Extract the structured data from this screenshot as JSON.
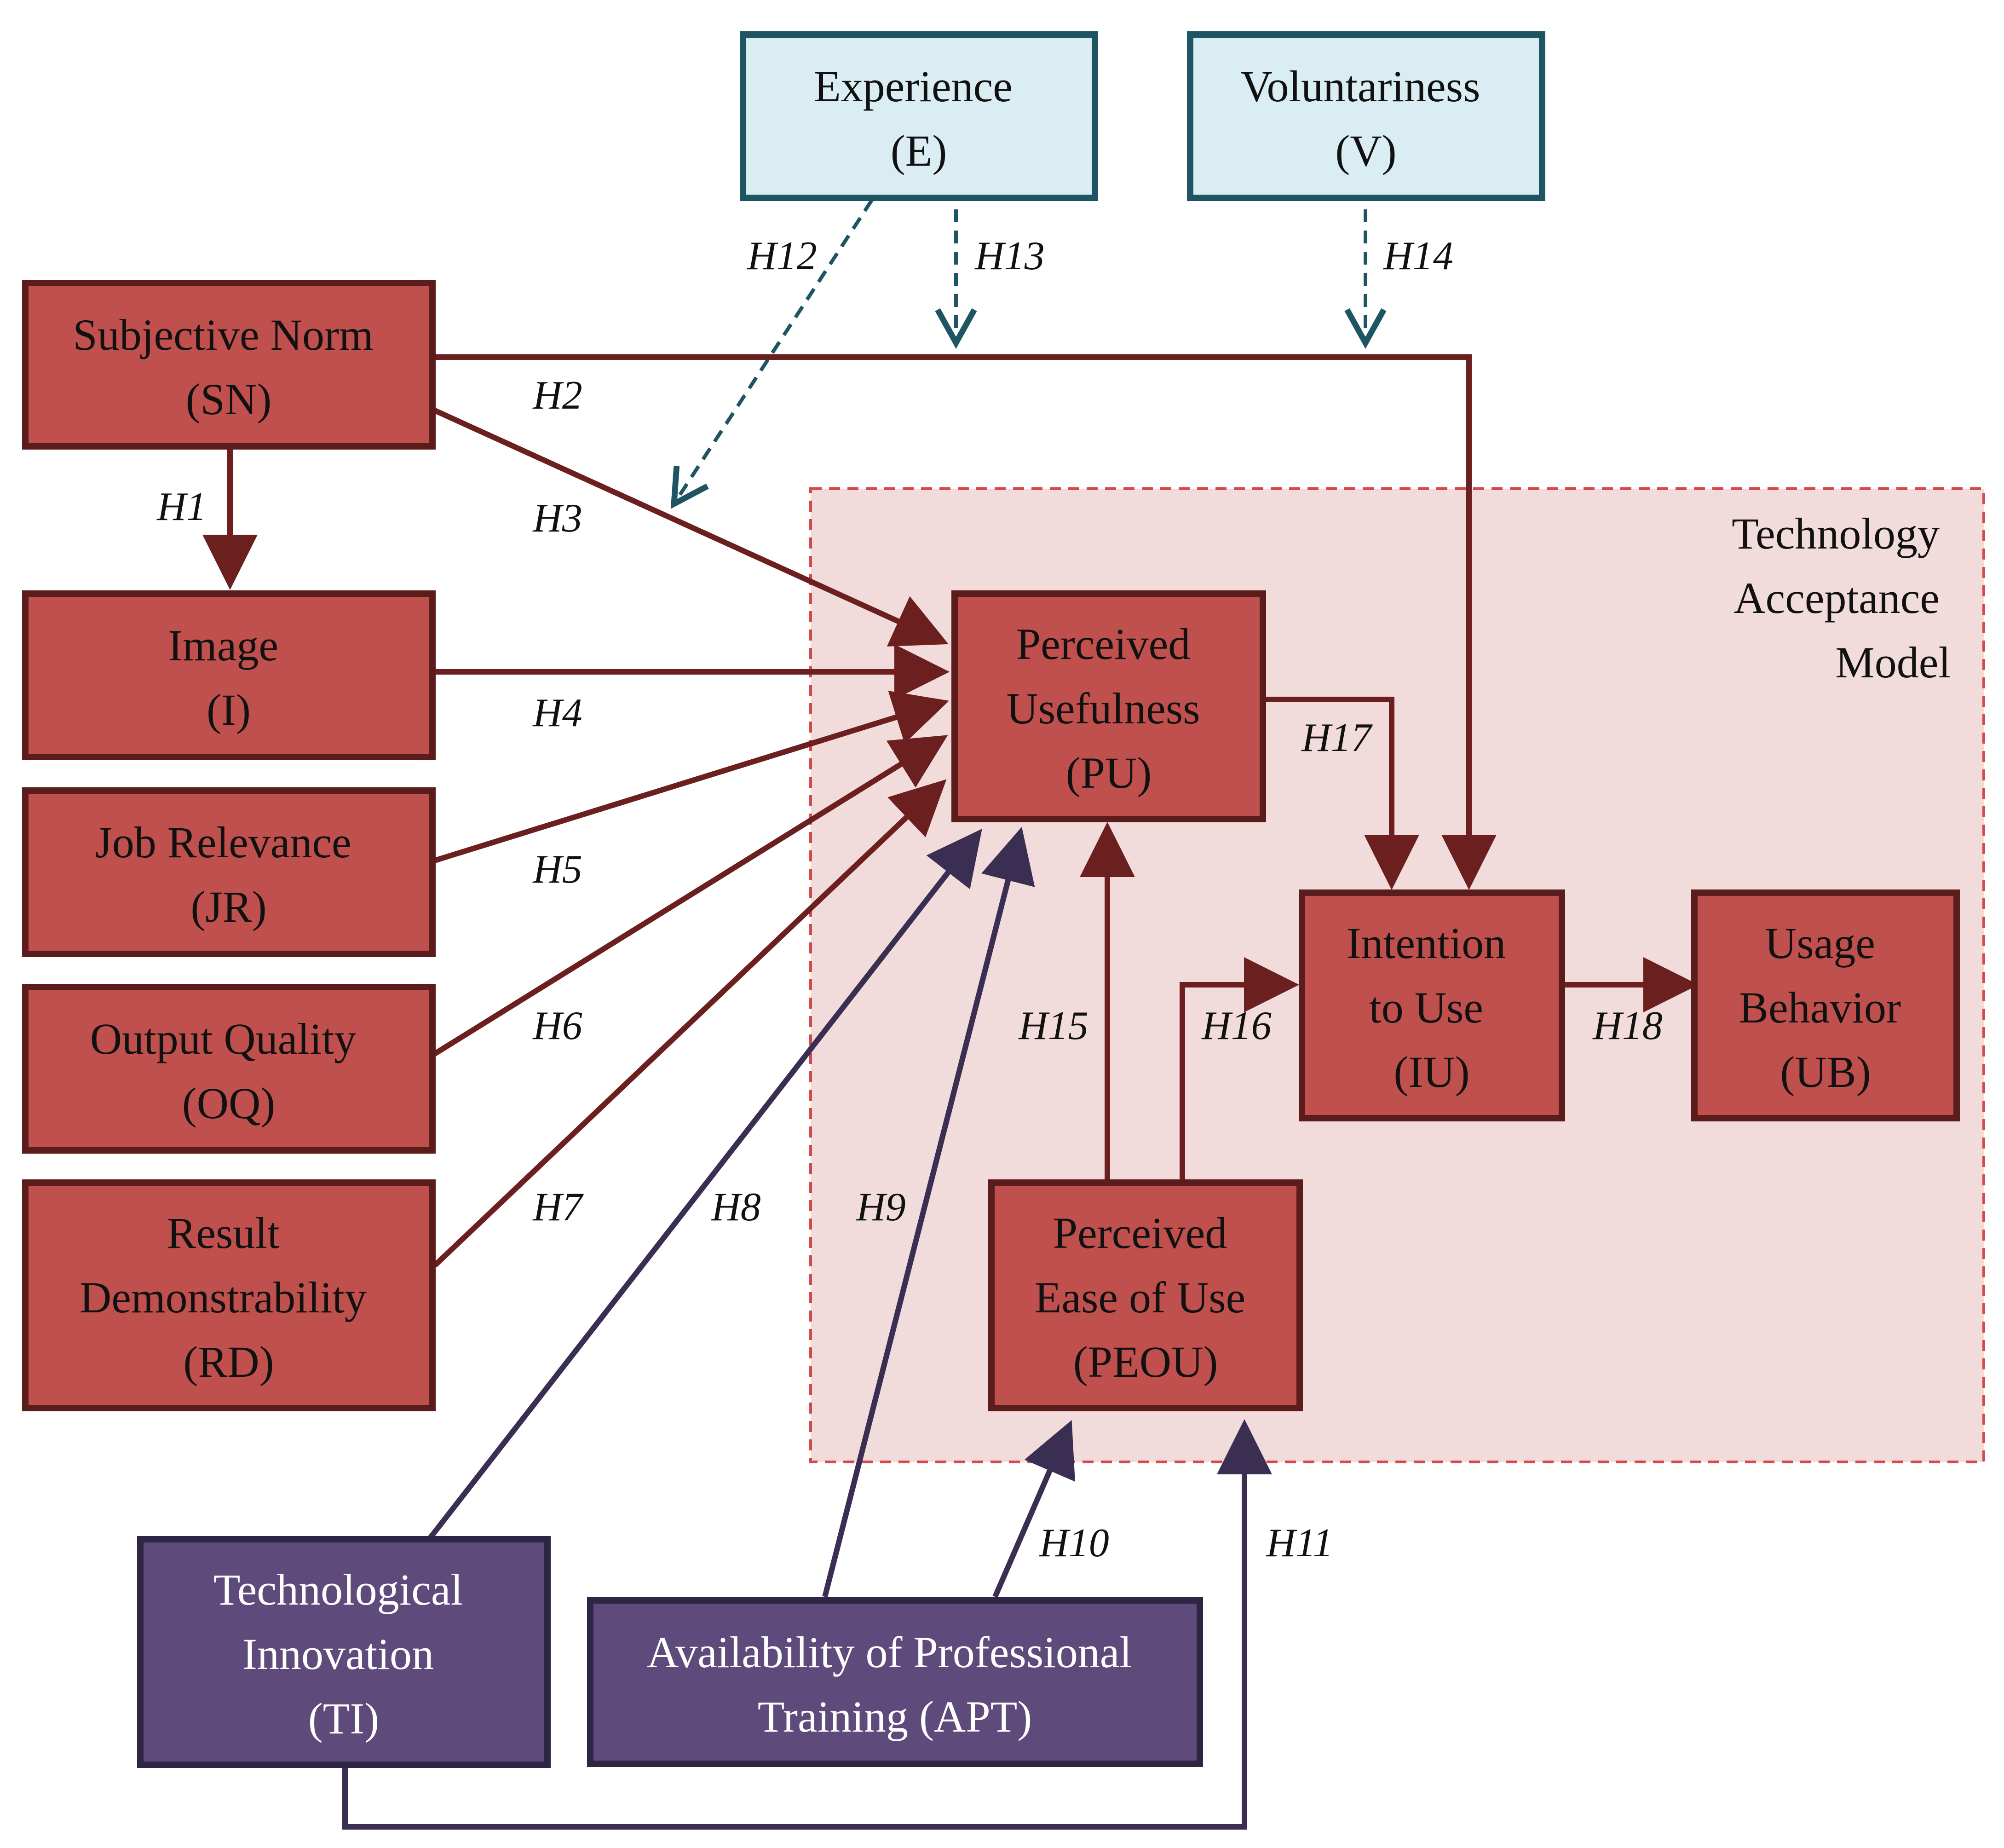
{
  "colors": {
    "red_fill": "#c0504d",
    "red_stroke": "#5b1c1c",
    "red_arrow": "#6b1f1f",
    "purple_fill": "#5e4a7b",
    "purple_stroke": "#2e2545",
    "purple_arrow": "#3a2e52",
    "blue_fill": "#daedf3",
    "blue_stroke": "#1f5563",
    "blue_arrow": "#1f5563",
    "tam_fill": "#f2dcdb",
    "tam_stroke": "#d24a4a"
  },
  "tam_region": {
    "lines": [
      "Technology",
      "Acceptance",
      "Model"
    ]
  },
  "nodes": {
    "SN": {
      "lines": [
        "Subjective Norm",
        "(SN)"
      ]
    },
    "I": {
      "lines": [
        "Image",
        "(I)"
      ]
    },
    "JR": {
      "lines": [
        "Job Relevance",
        "(JR)"
      ]
    },
    "OQ": {
      "lines": [
        "Output Quality",
        "(OQ)"
      ]
    },
    "RD": {
      "lines": [
        "Result",
        "Demonstrability",
        "(RD)"
      ]
    },
    "E": {
      "lines": [
        "Experience",
        "(E)"
      ]
    },
    "V": {
      "lines": [
        "Voluntariness",
        "(V)"
      ]
    },
    "PU": {
      "lines": [
        "Perceived",
        "Usefulness",
        "(PU)"
      ]
    },
    "PEOU": {
      "lines": [
        "Perceived",
        "Ease of Use",
        "(PEOU)"
      ]
    },
    "IU": {
      "lines": [
        "Intention",
        "to Use",
        "(IU)"
      ]
    },
    "UB": {
      "lines": [
        "Usage",
        "Behavior",
        "(UB)"
      ]
    },
    "TI": {
      "lines": [
        "Technological",
        "Innovation",
        "(TI)"
      ]
    },
    "APT": {
      "lines": [
        "Availability of Professional",
        "Training (APT)"
      ]
    }
  },
  "hypotheses": {
    "H1": "H1",
    "H2": "H2",
    "H3": "H3",
    "H4": "H4",
    "H5": "H5",
    "H6": "H6",
    "H7": "H7",
    "H8": "H8",
    "H9": "H9",
    "H10": "H10",
    "H11": "H11",
    "H12": "H12",
    "H13": "H13",
    "H14": "H14",
    "H15": "H15",
    "H16": "H16",
    "H17": "H17",
    "H18": "H18"
  }
}
